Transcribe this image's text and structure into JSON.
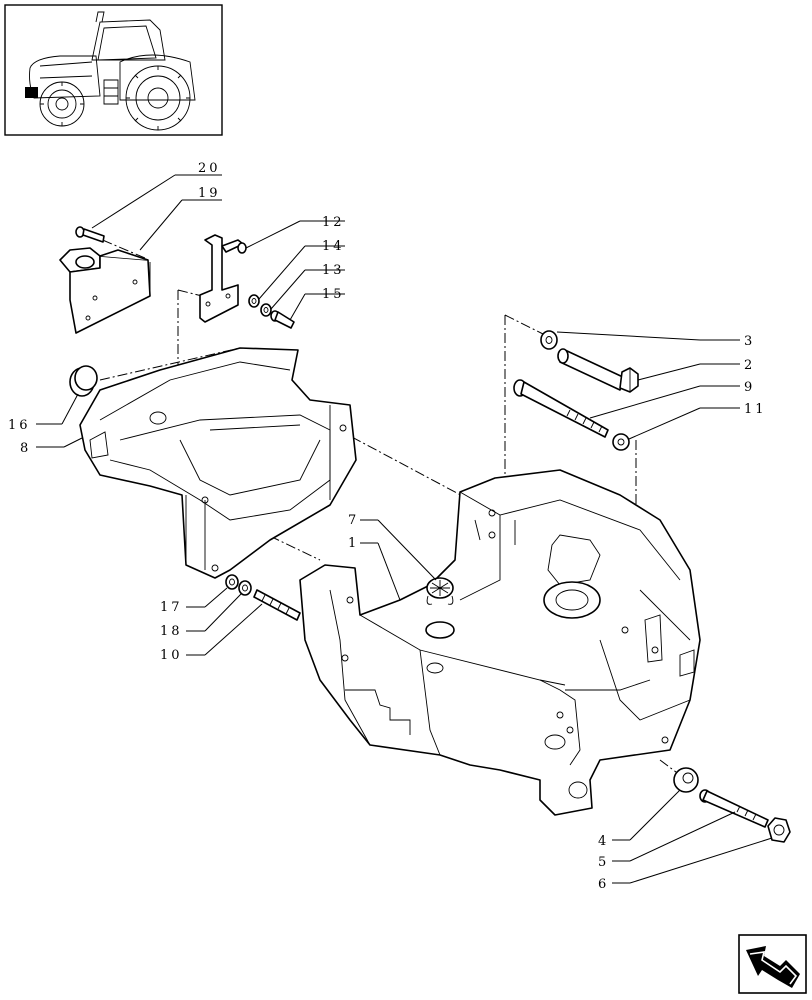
{
  "diagram": {
    "part_labels": [
      "20",
      "19",
      "12",
      "14",
      "13",
      "15",
      "3",
      "2",
      "9",
      "11",
      "16",
      "8",
      "7",
      "1",
      "17",
      "18",
      "10",
      "4",
      "5",
      "6"
    ]
  },
  "thumbnail": {
    "icon": "tractor-icon"
  },
  "nav": {
    "icon": "next-page-arrow-icon"
  }
}
